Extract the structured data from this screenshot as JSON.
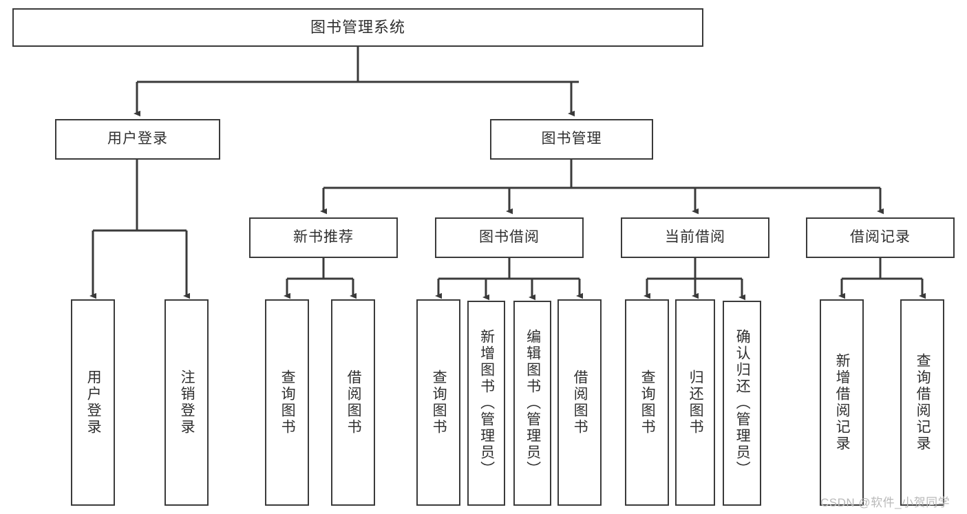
{
  "diagram": {
    "title": "图书管理系统",
    "type": "tree-hierarchy-diagram",
    "colors": {
      "stroke": "#3a3a3a",
      "text": "#2f2f2f",
      "background": "#ffffff",
      "watermark": "#b9b9b9"
    },
    "nodes": {
      "root": {
        "label": "图书管理系统"
      },
      "level2": [
        {
          "label": "用户登录"
        },
        {
          "label": "图书管理"
        }
      ],
      "level3": [
        {
          "label": "新书推荐"
        },
        {
          "label": "图书借阅"
        },
        {
          "label": "当前借阅"
        },
        {
          "label": "借阅记录"
        }
      ],
      "leaves": {
        "user_login": [
          {
            "label": "用户登录"
          },
          {
            "label": "注销登录"
          }
        ],
        "new_book_recommend": [
          {
            "label": "查询图书"
          },
          {
            "label": "借阅图书"
          }
        ],
        "book_borrow": [
          {
            "label": "查询图书"
          },
          {
            "label": "新增图书（管理员）"
          },
          {
            "label": "编辑图书（管理员）"
          },
          {
            "label": "借阅图书"
          }
        ],
        "current_borrow": [
          {
            "label": "查询图书"
          },
          {
            "label": "归还图书"
          },
          {
            "label": "确认归还（管理员）"
          }
        ],
        "borrow_records": [
          {
            "label": "新增借阅记录"
          },
          {
            "label": "查询借阅记录"
          }
        ]
      }
    }
  },
  "watermark": {
    "text": "CSDN @软件_小贺同学"
  }
}
